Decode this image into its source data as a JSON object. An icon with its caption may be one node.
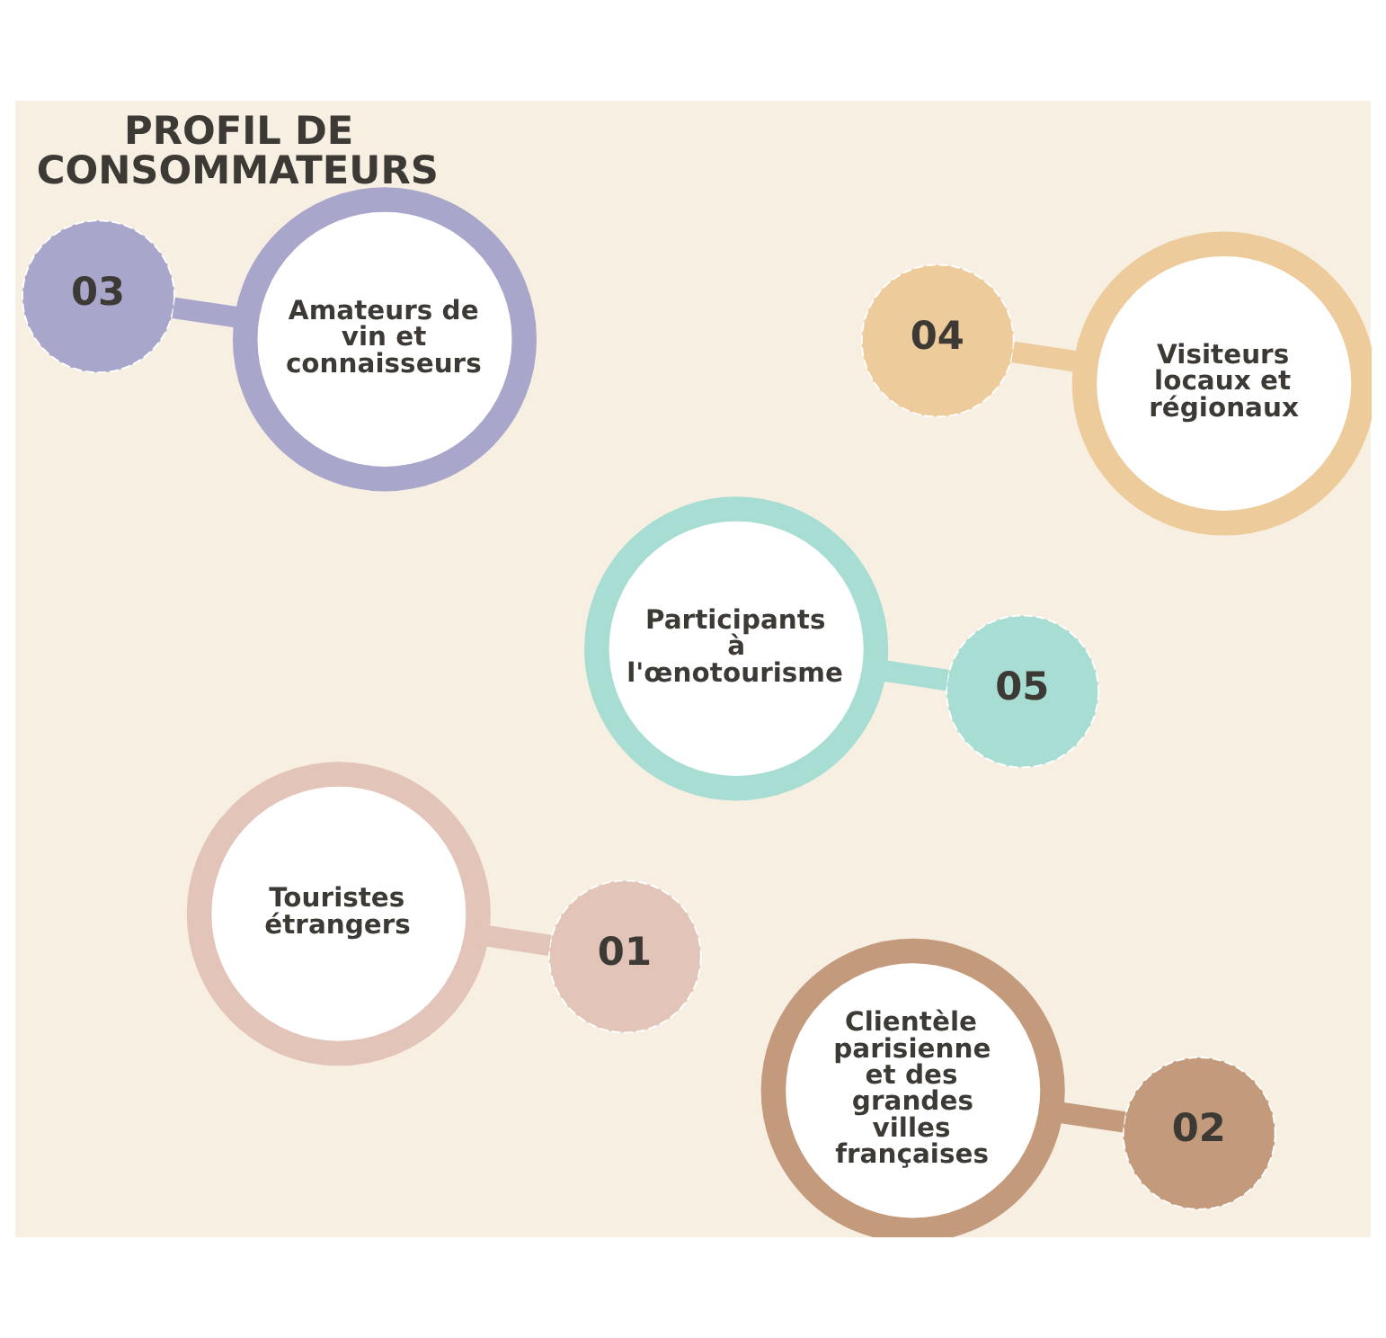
{
  "diagram": {
    "title": "PROFIL DE CONSOMMATEURS",
    "nodes": [
      {
        "text": [
          "Touristes étrangers"
        ]
      },
      {
        "text": [
          "01"
        ]
      },
      {
        "text": [
          "Participants à l'œnotourisme"
        ]
      },
      {
        "text": [
          "Clientèle parisienne et des grandes villes françaises"
        ]
      },
      {
        "text": [
          "05"
        ]
      },
      {
        "text": [
          "02"
        ]
      },
      {
        "text": [
          "04"
        ]
      },
      {
        "text": [
          "03"
        ]
      },
      {
        "text": [
          "Visiteurs locaux et régionaux"
        ]
      },
      {
        "text": [
          "Amateurs de vin et connaisseurs"
        ]
      }
    ],
    "edges": [
      {
        "from": 1,
        "to": 0,
        "arrow": "none",
        "color": "#e2c4b8"
      },
      {
        "from": 5,
        "to": 3,
        "arrow": "none",
        "color": "#c49a7c"
      },
      {
        "from": 7,
        "to": 9,
        "arrow": "none",
        "color": "#a9a6cc"
      },
      {
        "from": 6,
        "to": 8,
        "arrow": "none",
        "color": "#edcb9a"
      },
      {
        "from": 4,
        "to": 2,
        "arrow": "none",
        "color": "#a8ddd3"
      }
    ]
  }
}
